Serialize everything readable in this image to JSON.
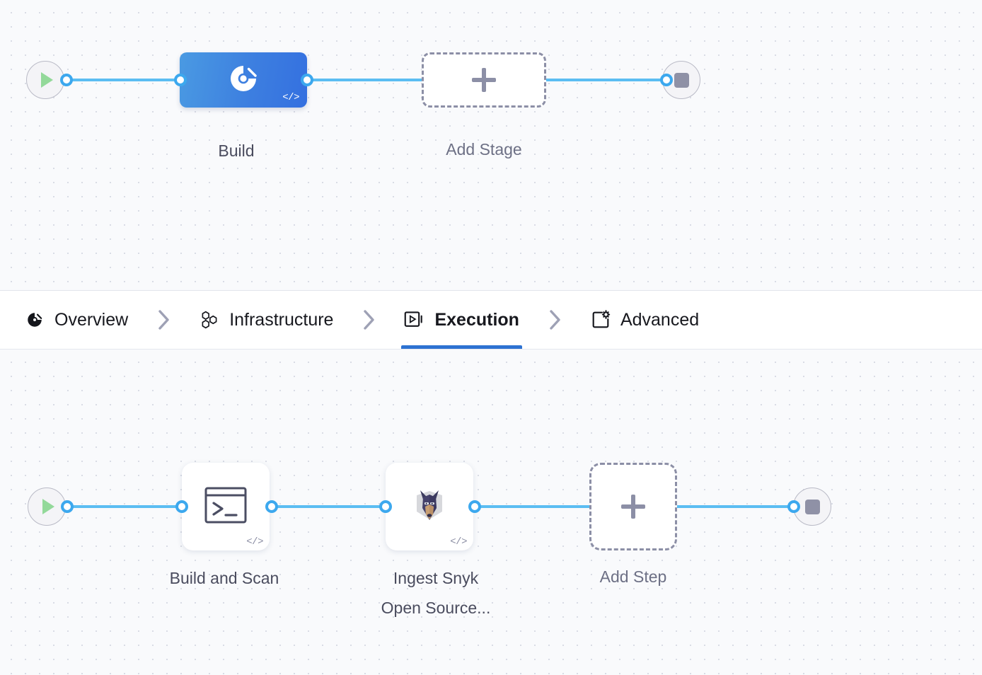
{
  "tabs": {
    "items": [
      {
        "label": "Overview",
        "icon": "pipeline-disc-icon",
        "active": false
      },
      {
        "label": "Infrastructure",
        "icon": "hexagon-cluster-icon",
        "active": false
      },
      {
        "label": "Execution",
        "icon": "play-box-icon",
        "active": true
      },
      {
        "label": "Advanced",
        "icon": "square-gear-icon",
        "active": false
      }
    ],
    "separator_icon": "chevron-right-icon"
  },
  "stage_graph": {
    "start_node": {
      "icon": "play-icon",
      "label": ""
    },
    "end_node": {
      "icon": "stop-icon",
      "label": ""
    },
    "nodes": [
      {
        "name": "Build",
        "label": "Build",
        "type": "stage",
        "selected": true,
        "icon": "build-stage-icon",
        "badge": "</>"
      },
      {
        "name": "add-stage",
        "label": "Add Stage",
        "type": "add-stage",
        "selected": false,
        "icon": "plus-icon",
        "badge": ""
      }
    ]
  },
  "step_graph": {
    "start_node": {
      "icon": "play-icon",
      "label": ""
    },
    "end_node": {
      "icon": "stop-icon",
      "label": ""
    },
    "nodes": [
      {
        "name": "build-and-scan",
        "label": "Build and Scan",
        "type": "step",
        "icon": "terminal-icon",
        "badge": "</>"
      },
      {
        "name": "ingest-snyk",
        "label": "Ingest Snyk\nOpen Source...",
        "type": "step",
        "icon": "snyk-dog-icon",
        "badge": "</>"
      },
      {
        "name": "add-step",
        "label": "Add Step",
        "type": "add-step",
        "icon": "plus-icon",
        "badge": ""
      }
    ]
  },
  "colors": {
    "canvas_background": "#f9fafc",
    "grid_dot": "#d9dce5",
    "connector": "#5bbdf2",
    "connector_ring": "#3ca8ee",
    "stage_node": "#3d7fe0",
    "active_tab_underline": "#2d72d2",
    "start_play": "#93d99a",
    "stop_square": "#8f91a6",
    "dashed_border": "#8c8fa6",
    "caption_text": "#4a4c5e"
  }
}
